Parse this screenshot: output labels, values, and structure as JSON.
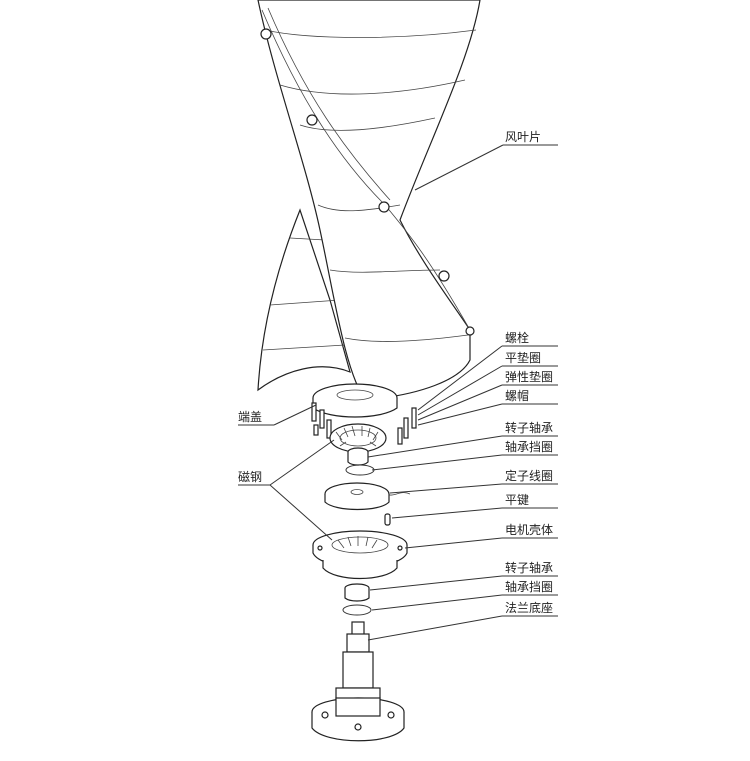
{
  "labels": {
    "blade": "风叶片",
    "bolt": "螺栓",
    "flat_washer": "平垫圈",
    "spring_washer": "弹性垫圈",
    "nut": "螺帽",
    "end_cap": "端盖",
    "rotor_bearing_top": "转子轴承",
    "bearing_retainer_top": "轴承挡圈",
    "magnet": "磁钢",
    "stator_coil": "定子线圈",
    "flat_key": "平键",
    "motor_housing": "电机壳体",
    "rotor_bearing_bottom": "转子轴承",
    "bearing_retainer_bottom": "轴承挡圈",
    "flange_base": "法兰底座"
  }
}
